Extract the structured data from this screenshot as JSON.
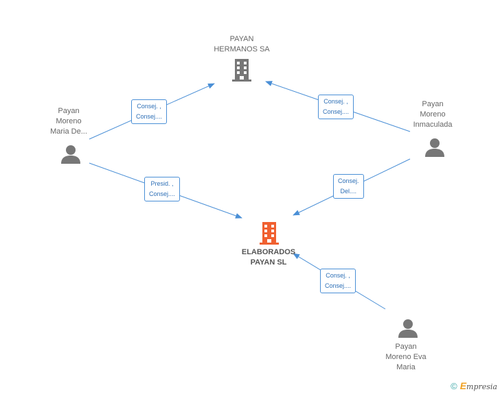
{
  "nodes": {
    "payan_hermanos": {
      "lines": [
        "PAYAN",
        "HERMANOS SA"
      ],
      "icon": "building-icon",
      "color": "#777777"
    },
    "elaborados_payan": {
      "lines": [
        "ELABORADOS",
        "PAYAN SL"
      ],
      "icon": "building-icon",
      "color": "#f06030"
    },
    "person_maria_de": {
      "lines": [
        "Payan",
        "Moreno",
        "Maria De..."
      ],
      "icon": "person-icon"
    },
    "person_inmaculada": {
      "lines": [
        "Payan",
        "Moreno",
        "Inmaculada"
      ],
      "icon": "person-icon"
    },
    "person_eva_maria": {
      "lines": [
        "Payan",
        "Moreno Eva",
        "Maria"
      ],
      "icon": "person-icon"
    }
  },
  "edges": [
    {
      "from": "person_maria_de",
      "to": "payan_hermanos",
      "label": [
        "Consej. ,",
        "Consej...."
      ]
    },
    {
      "from": "person_inmaculada",
      "to": "payan_hermanos",
      "label": [
        "Consej. ,",
        "Consej...."
      ]
    },
    {
      "from": "person_maria_de",
      "to": "elaborados_payan",
      "label": [
        "Presid. ,",
        "Consej...."
      ]
    },
    {
      "from": "person_inmaculada",
      "to": "elaborados_payan",
      "label": [
        "Consej.",
        "Del...."
      ]
    },
    {
      "from": "person_eva_maria",
      "to": "elaborados_payan",
      "label": [
        "Consej. ,",
        "Consej...."
      ]
    }
  ],
  "colors": {
    "edge": "#4a8fd6",
    "person": "#777777"
  },
  "footer": {
    "copyright": "©",
    "brand_initial": "E",
    "brand_rest": "mpresia"
  }
}
